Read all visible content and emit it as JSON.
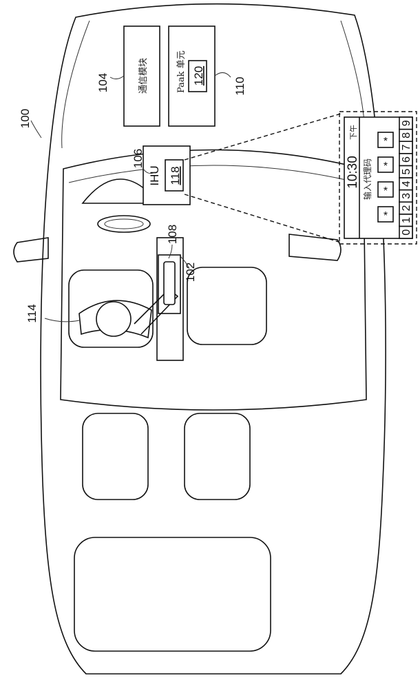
{
  "labels": {
    "vehicle": "100",
    "comm_module_ref": "104",
    "paak_unit_ref": "110",
    "ihu_ref": "106",
    "device_ref": "108",
    "console_ref": "102",
    "user_ref": "114"
  },
  "comm_module": {
    "text": "通信模块"
  },
  "paak_unit": {
    "text": "Paak 单元",
    "inner_ref": "120"
  },
  "ihu": {
    "text": "IHU",
    "inner_ref": "118"
  },
  "inset": {
    "time": "10:30",
    "period": "下午",
    "prompt": "输入代理码",
    "code_slots": [
      "*",
      "*",
      "*",
      "*"
    ],
    "keypad": [
      "0",
      "1",
      "2",
      "3",
      "4",
      "5",
      "6",
      "7",
      "8",
      "9"
    ]
  }
}
